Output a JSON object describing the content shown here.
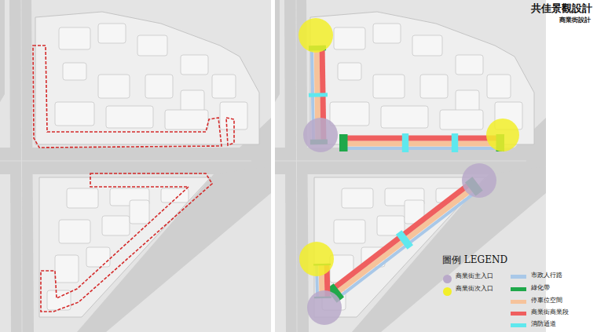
{
  "diagram": {
    "labels": [
      "共佳景觀設計",
      "商業街設計",
      "圖例 LEGEND"
    ],
    "legend": [
      {
        "text": "商業街主入口",
        "color": "#b9a9c9"
      },
      {
        "text": "商業街次入口",
        "color": "#f2ef2a"
      },
      {
        "text": "市政人行路",
        "color": "#a9c8e8"
      },
      {
        "text": "綠化帶",
        "color": "#1fa84a"
      },
      {
        "text": "停車位空間",
        "color": "#f6c39b"
      },
      {
        "text": "商業街商業段",
        "color": "#ef5f5f"
      },
      {
        "text": "消防通道",
        "color": "#5fe8ee"
      }
    ]
  }
}
